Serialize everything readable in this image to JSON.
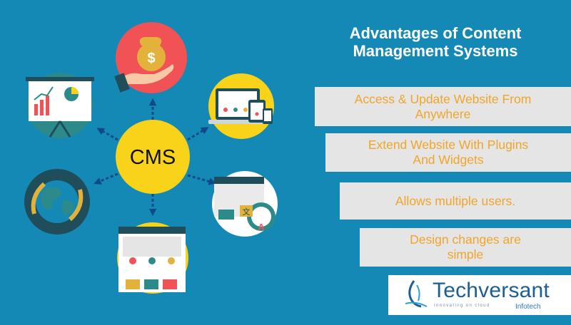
{
  "heading": {
    "line1": "Advantages of Content",
    "line2": "Management Systems"
  },
  "center_label": "CMS",
  "advantages": [
    {
      "line1": "Access & Update Website From",
      "line2": "Anywhere"
    },
    {
      "line1": "Extend Website With Plugins",
      "line2": "And Widgets"
    },
    {
      "line1": "Allows multiple users.",
      "line2": ""
    },
    {
      "line1": "Design changes are",
      "line2": "simple"
    }
  ],
  "logo": {
    "brand": "Techversant",
    "sub": "Infotech",
    "tagline": "Innovating on cloud"
  },
  "icons": [
    "money-hand-icon",
    "devices-icon",
    "translate-gear-icon",
    "website-layout-icon",
    "globe-icon",
    "presentation-chart-icon"
  ],
  "colors": {
    "background": "#1589b6",
    "center_circle": "#f9d21a",
    "accent_text": "#f0a52a",
    "box": "#e5e5e5",
    "red_circle": "#f05256",
    "teal_circle": "#2c8b8a",
    "dark_teal": "#1f4d5a"
  }
}
